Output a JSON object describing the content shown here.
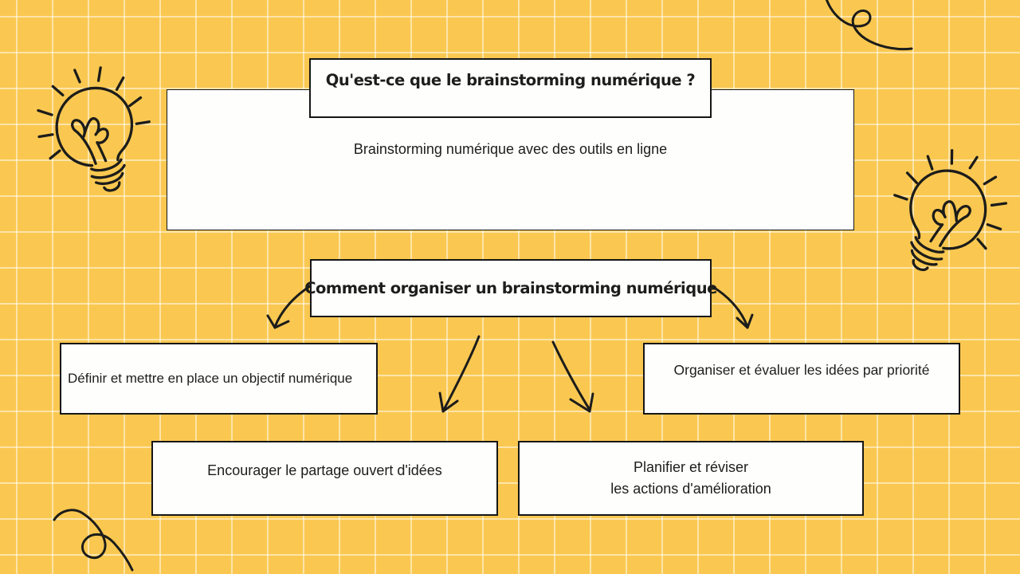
{
  "page": {
    "background_color": "#FAC851",
    "grid_line_color": "#FFF4D9",
    "box_fill": "#FEFEFD",
    "box_border_color": "#161616",
    "ink_color": "#1C1C1A",
    "text_color": "#1D1D1B"
  },
  "diagram": {
    "question_title": "Qu'est-ce que le brainstorming numérique ?",
    "definition": "Brainstorming numérique avec des outils en ligne",
    "section_title": "Comment organiser un brainstorming numérique",
    "steps": [
      {
        "id": "define",
        "label": "Définir et mettre en place un objectif numérique"
      },
      {
        "id": "share",
        "label": "Encourager le partage ouvert d'idées"
      },
      {
        "id": "organize",
        "label": "Organiser et évaluer les idées par priorité"
      },
      {
        "id": "plan",
        "label": "Planifier et réviser\nles actions d'amélioration"
      }
    ],
    "connectors": [
      {
        "id": "arrow-left-curve",
        "from": "section_title",
        "to": "define"
      },
      {
        "id": "arrow-mid-left",
        "from": "section_title",
        "to": "share"
      },
      {
        "id": "arrow-mid-right",
        "from": "section_title",
        "to": "plan"
      },
      {
        "id": "arrow-right-curve",
        "from": "section_title",
        "to": "organize"
      }
    ],
    "decorations": [
      {
        "icon": "lightbulb-doodle-icon",
        "position": "top-left"
      },
      {
        "icon": "lightbulb-doodle-icon",
        "position": "middle-right"
      },
      {
        "icon": "squiggle-doodle-icon",
        "position": "top-right"
      },
      {
        "icon": "squiggle-doodle-icon",
        "position": "bottom-left"
      }
    ]
  }
}
